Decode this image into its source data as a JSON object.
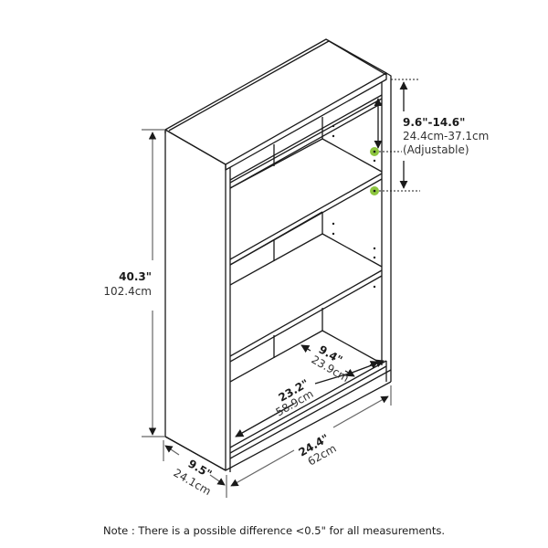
{
  "diagram": {
    "subject": "4-tier bookcase dimension drawing",
    "dimensions": {
      "height": {
        "imperial": "40.3\"",
        "metric": "102.4cm"
      },
      "shelf_spacing": {
        "imperial": "9.6\"-14.6\"",
        "metric": "24.4cm-37.1cm",
        "note": "(Adjustable)"
      },
      "inner_depth": {
        "imperial": "9.4\"",
        "metric": "23.9cm"
      },
      "inner_width": {
        "imperial": "23.2\"",
        "metric": "58.9cm"
      },
      "outer_width": {
        "imperial": "24.4\"",
        "metric": "62cm"
      },
      "outer_depth": {
        "imperial": "9.5\"",
        "metric": "24.1cm"
      }
    },
    "highlight_color": "#8dc63f",
    "line_color": "#1a1a1a"
  },
  "footer": {
    "note": "Note : There is a possible difference <0.5\" for all measurements."
  }
}
